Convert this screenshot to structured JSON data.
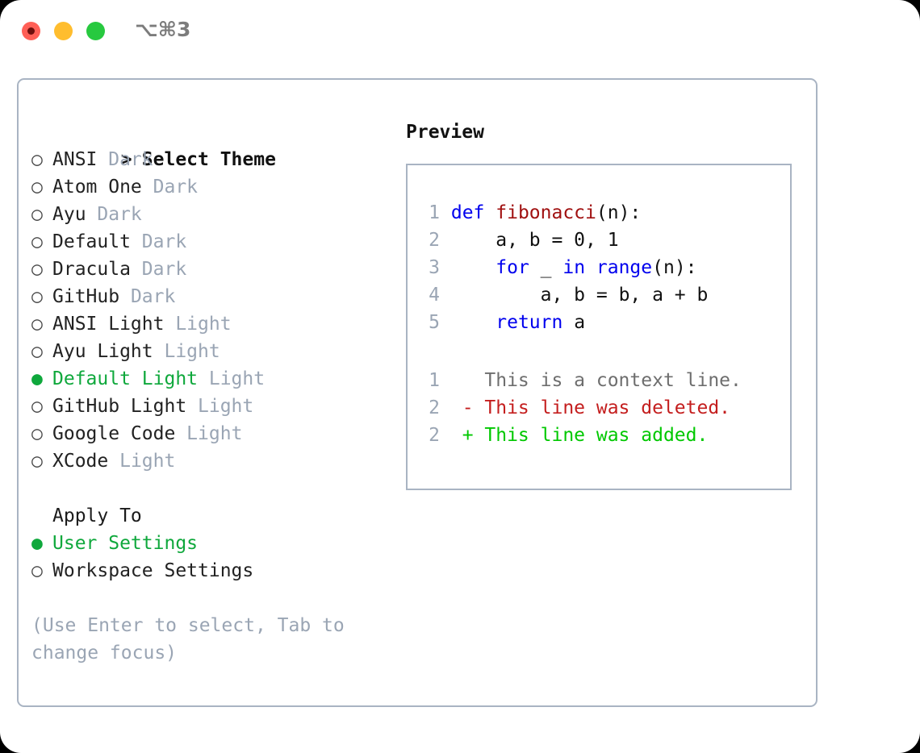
{
  "titlebar": {
    "shortcut": "⌥⌘3",
    "buttons": [
      "close",
      "minimize",
      "zoom"
    ],
    "colors": {
      "close": "#ff5f56",
      "minimize": "#ffbd2e",
      "zoom": "#27c93f"
    }
  },
  "theme_picker": {
    "header_marker": ">",
    "header_label": "Select Theme",
    "marker_unselected": "○",
    "marker_selected": "●",
    "items": [
      {
        "marker": "○",
        "name": "ANSI",
        "category": "Dark",
        "selected": false
      },
      {
        "marker": "○",
        "name": "Atom One",
        "category": "Dark",
        "selected": false
      },
      {
        "marker": "○",
        "name": "Ayu",
        "category": "Dark",
        "selected": false
      },
      {
        "marker": "○",
        "name": "Default",
        "category": "Dark",
        "selected": false
      },
      {
        "marker": "○",
        "name": "Dracula",
        "category": "Dark",
        "selected": false
      },
      {
        "marker": "○",
        "name": "GitHub",
        "category": "Dark",
        "selected": false
      },
      {
        "marker": "○",
        "name": "ANSI Light",
        "category": "Light",
        "selected": false
      },
      {
        "marker": "○",
        "name": "Ayu Light",
        "category": "Light",
        "selected": false
      },
      {
        "marker": "●",
        "name": "Default Light",
        "category": "Light",
        "selected": true
      },
      {
        "marker": "○",
        "name": "GitHub Light",
        "category": "Light",
        "selected": false
      },
      {
        "marker": "○",
        "name": "Google Code",
        "category": "Light",
        "selected": false
      },
      {
        "marker": "○",
        "name": "XCode",
        "category": "Light",
        "selected": false
      }
    ]
  },
  "apply_to": {
    "title": "Apply To",
    "options": [
      {
        "marker": "●",
        "label": "User Settings",
        "selected": true
      },
      {
        "marker": "○",
        "label": "Workspace Settings",
        "selected": false
      }
    ]
  },
  "hint": "(Use Enter to select, Tab to change focus)",
  "preview": {
    "title": "Preview",
    "code": [
      {
        "number": "1",
        "tokens": [
          {
            "text": "def ",
            "kind": "keyword"
          },
          {
            "text": "fibonacci",
            "kind": "function"
          },
          {
            "text": "(n):",
            "kind": "plain"
          }
        ]
      },
      {
        "number": "2",
        "tokens": [
          {
            "text": "    a, b = 0, 1",
            "kind": "plain"
          }
        ]
      },
      {
        "number": "3",
        "tokens": [
          {
            "text": "    ",
            "kind": "plain"
          },
          {
            "text": "for",
            "kind": "keyword"
          },
          {
            "text": " _ ",
            "kind": "plain"
          },
          {
            "text": "in range",
            "kind": "keyword"
          },
          {
            "text": "(n):",
            "kind": "plain"
          }
        ]
      },
      {
        "number": "4",
        "tokens": [
          {
            "text": "        a, b = b, a + b",
            "kind": "plain"
          }
        ]
      },
      {
        "number": "5",
        "tokens": [
          {
            "text": "    ",
            "kind": "plain"
          },
          {
            "text": "return",
            "kind": "keyword"
          },
          {
            "text": " a",
            "kind": "plain"
          }
        ]
      }
    ],
    "diff": [
      {
        "number": "1",
        "sign": " ",
        "text": "This is a context line.",
        "kind": "context"
      },
      {
        "number": "2",
        "sign": "-",
        "text": "This line was deleted.",
        "kind": "deleted"
      },
      {
        "number": "2",
        "sign": "+",
        "text": "This line was added.",
        "kind": "added"
      }
    ]
  },
  "colors": {
    "accent_green": "#0fa83c",
    "muted_gray": "#9aa5b4",
    "border": "#a9b4c3",
    "keyword_blue": "#0000ee",
    "function_red": "#a01010",
    "diff_deleted": "#c41e1e",
    "diff_added": "#00c800",
    "background": "#ffffff"
  }
}
